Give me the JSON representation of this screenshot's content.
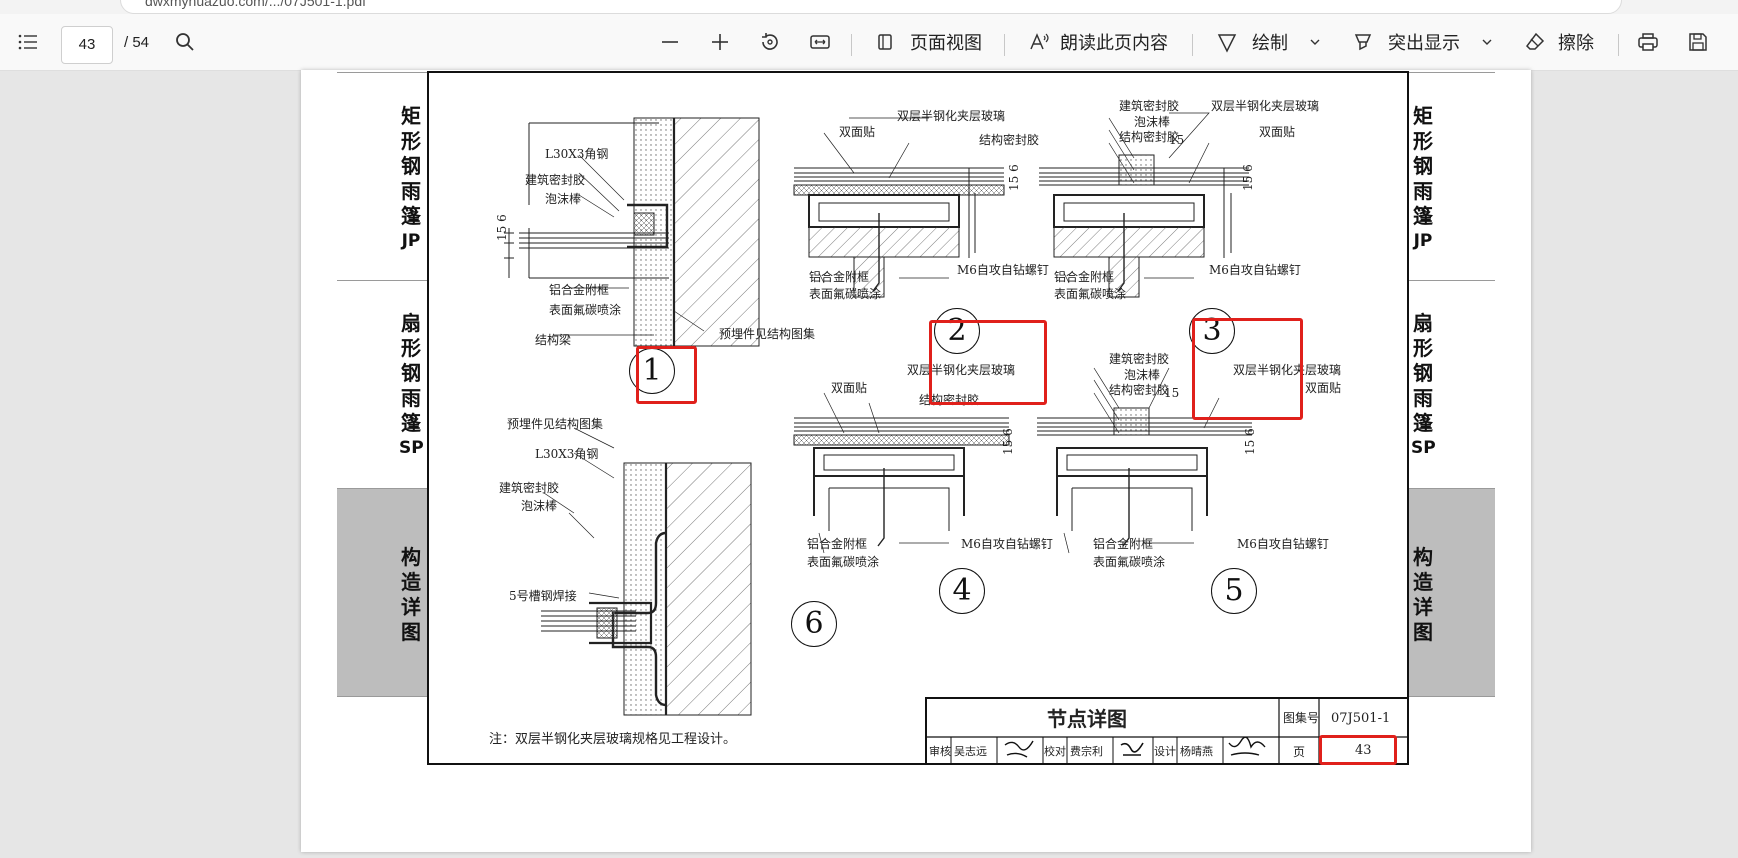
{
  "browser": {
    "address": "dwxmyhuazuo.com/.../07J501-1.pdf"
  },
  "toolbar": {
    "current_page": "43",
    "total_pages": "/ 54",
    "page_view_label": "页面视图",
    "read_aloud_label": "朗读此页内容",
    "draw_label": "绘制",
    "highlight_label": "突出显示",
    "erase_label": "擦除"
  },
  "side_tabs": {
    "left": [
      "矩形钢雨篷JP",
      "扇形钢雨篷SP",
      "构造详图"
    ],
    "right": [
      "矩形钢雨篷JP",
      "扇形钢雨篷SP",
      "构造详图"
    ]
  },
  "drawing": {
    "labels": {
      "d1_angle": "L30X3角钢",
      "d1_sealant": "建筑密封胶",
      "d1_foam": "泡沫棒",
      "d1_frame": "铝合金附框",
      "d1_coating": "表面氟碳喷涂",
      "d1_beam": "结构梁",
      "d1_embedded": "预埋件见结构图集",
      "d2_tape": "双面贴",
      "d2_glass": "双层半钢化夹层玻璃",
      "d2_struct_sealant": "结构密封胶",
      "d2_screw": "M6自攻自钻螺钉",
      "d2_frame": "铝合金附框",
      "d2_coating": "表面氟碳喷涂",
      "d3_sealant": "建筑密封胶",
      "d3_foam": "泡沫棒",
      "d3_struct_sealant": "结构密封胶",
      "d3_glass": "双层半钢化夹层玻璃",
      "d3_tape": "双面贴",
      "d3_screw": "M6自攻自钻螺钉",
      "d3_frame": "铝合金附框",
      "d3_coating": "表面氟碳喷涂",
      "d4_tape": "双面贴",
      "d4_glass": "双层半钢化夹层玻璃",
      "d4_struct_sealant": "结构密封胶",
      "d4_frame": "铝合金附框",
      "d4_coating": "表面氟碳喷涂",
      "d4_screw": "M6自攻自钻螺钉",
      "d5_sealant": "建筑密封胶",
      "d5_foam": "泡沫棒",
      "d5_struct_sealant": "结构密封胶",
      "d5_glass": "双层半钢化夹层玻璃",
      "d5_tape": "双面贴",
      "d5_frame": "铝合金附框",
      "d5_coating": "表面氟碳喷涂",
      "d5_screw": "M6自攻自钻螺钉",
      "d6_embedded": "预埋件见结构图集",
      "d6_angle": "L30X3角钢",
      "d6_sealant": "建筑密封胶",
      "d6_foam": "泡沫棒",
      "d6_channel": "5号槽钢焊接",
      "dim_15": "15",
      "dim_6": "6"
    },
    "detail_numbers": [
      "1",
      "2",
      "3",
      "4",
      "5",
      "6"
    ],
    "note": "注：双层半钢化夹层玻璃规格见工程设计。",
    "title_block": {
      "title": "节点详图",
      "atlas_label": "图集号",
      "atlas_no": "07J501-1",
      "review_label": "审核",
      "reviewer": "吴志远",
      "check_label": "校对",
      "checker": "费宗利",
      "design_label": "设计",
      "designer": "杨晴燕",
      "page_label": "页",
      "page_no": "43"
    }
  },
  "annotation_color": "#e0201b"
}
